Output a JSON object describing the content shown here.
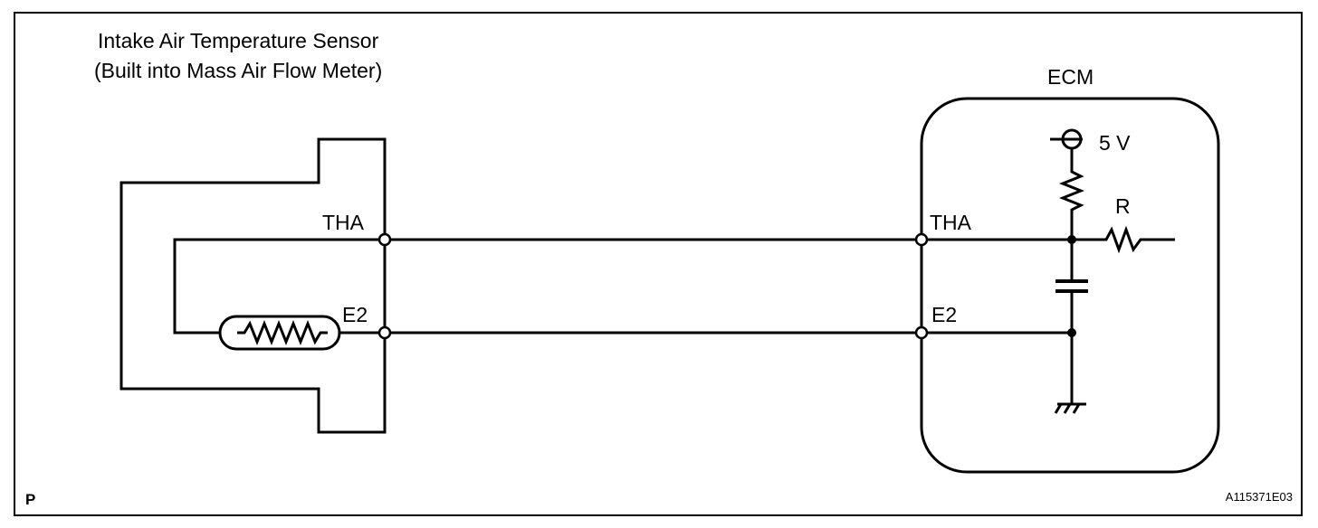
{
  "sensor": {
    "title_line1": "Intake Air Temperature Sensor",
    "title_line2": "(Built into Mass Air Flow Meter)",
    "pin_tha": "THA",
    "pin_e2": "E2"
  },
  "ecm": {
    "title": "ECM",
    "pin_tha": "THA",
    "pin_e2": "E2",
    "supply_voltage": "5 V",
    "resistor_label": "R"
  },
  "footer": {
    "corner_letter": "P",
    "figure_code": "A115371E03"
  }
}
